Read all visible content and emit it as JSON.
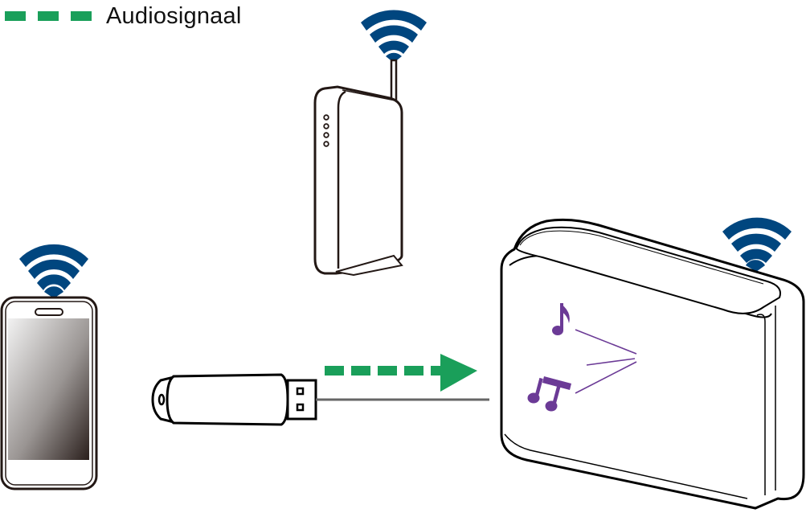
{
  "legend": {
    "label": "Audiosignaal",
    "swatch_color": "#1a9f5a",
    "dash_count": 3
  },
  "devices": {
    "router": {
      "name": "wireless-router",
      "led_count": 4,
      "wifi": true
    },
    "smartphone": {
      "name": "smartphone",
      "wifi": true
    },
    "usb_drive": {
      "name": "usb-flash-drive"
    },
    "speaker": {
      "name": "wireless-speaker",
      "wifi": true,
      "icons": [
        "eighth-note",
        "beamed-notes"
      ]
    }
  },
  "signal": {
    "from": "usb-flash-drive",
    "to": "wireless-speaker",
    "color": "#1a9f5a",
    "style": "dashed-arrow"
  },
  "colors": {
    "wifi": "#00467f",
    "outline": "#231815",
    "music": "#6b3a96",
    "cable": "#666666"
  }
}
